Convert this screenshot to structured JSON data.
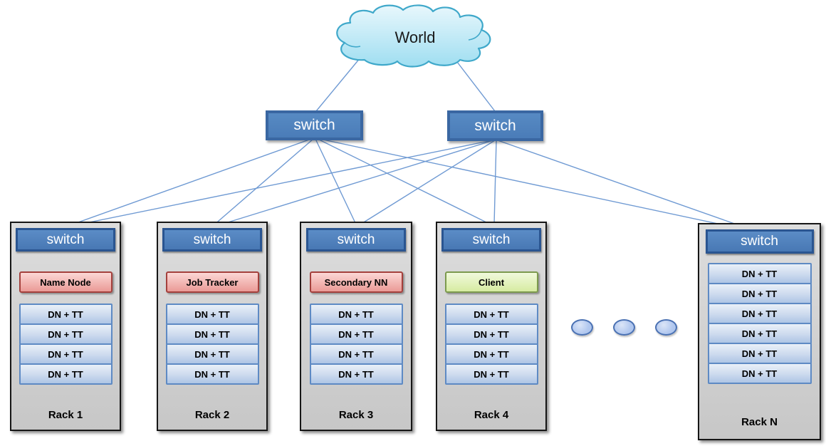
{
  "diagram": {
    "cloud_label": "World",
    "core_switches": [
      {
        "label": "switch"
      },
      {
        "label": "switch"
      }
    ],
    "racks": [
      {
        "name": "Rack 1",
        "switch_label": "switch",
        "special_node": {
          "label": "Name Node",
          "type": "master"
        },
        "workers": [
          "DN + TT",
          "DN + TT",
          "DN + TT",
          "DN + TT"
        ]
      },
      {
        "name": "Rack 2",
        "switch_label": "switch",
        "special_node": {
          "label": "Job Tracker",
          "type": "master"
        },
        "workers": [
          "DN + TT",
          "DN + TT",
          "DN + TT",
          "DN + TT"
        ]
      },
      {
        "name": "Rack 3",
        "switch_label": "switch",
        "special_node": {
          "label": "Secondary NN",
          "type": "master"
        },
        "workers": [
          "DN + TT",
          "DN + TT",
          "DN + TT",
          "DN + TT"
        ]
      },
      {
        "name": "Rack 4",
        "switch_label": "switch",
        "special_node": {
          "label": "Client",
          "type": "client"
        },
        "workers": [
          "DN + TT",
          "DN + TT",
          "DN + TT",
          "DN + TT"
        ]
      },
      {
        "name": "Rack N",
        "switch_label": "switch",
        "special_node": null,
        "workers": [
          "DN + TT",
          "DN + TT",
          "DN + TT",
          "DN + TT",
          "DN + TT",
          "DN + TT"
        ]
      }
    ],
    "ellipsis_dots": 3,
    "colors": {
      "switch_fill": "#4f81bd",
      "switch_border": "#2a5591",
      "line": "#6f9ad3",
      "cloud_fill_top": "#e8f7fc",
      "cloud_fill_bottom": "#9fdef1",
      "cloud_border": "#3fa8ca",
      "master_node_fill": "#f0a09c",
      "master_node_border": "#a4403c",
      "client_node_fill": "#d9eda6",
      "client_node_border": "#7c9a4e",
      "worker_node_fill": "#bfd2ea",
      "worker_node_border": "#5e8ac4",
      "rack_fill": "#d3d3d3",
      "rack_border": "#161616",
      "ellipsis_fill": "#b2c8ef",
      "ellipsis_border": "#4a71b3"
    }
  }
}
